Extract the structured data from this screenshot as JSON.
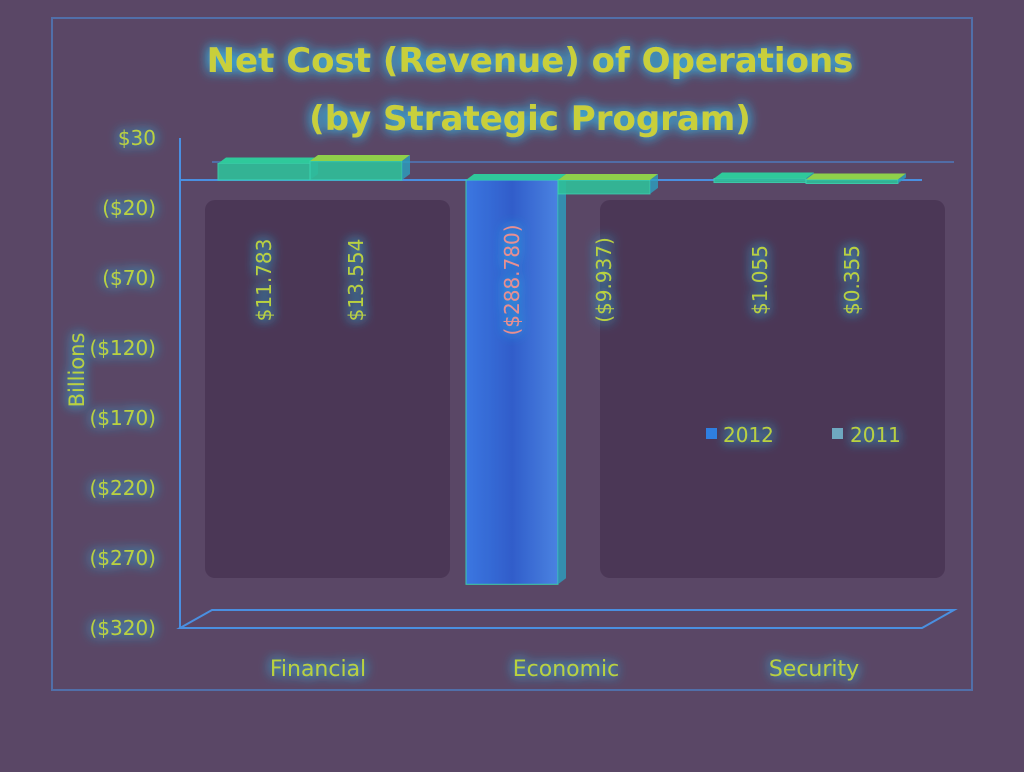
{
  "chart_data": {
    "type": "bar",
    "title": "Net Cost (Revenue) of Operations",
    "subtitle": "(by Strategic Program)",
    "ylabel": "Billions",
    "xlabel": "",
    "categories": [
      "Financial",
      "Economic",
      "Security"
    ],
    "series": [
      {
        "name": "2012",
        "values": [
          11.783,
          -288.78,
          1.055
        ],
        "labels": [
          "$11.783",
          "($288.780)",
          "$1.055"
        ]
      },
      {
        "name": "2011",
        "values": [
          13.554,
          -9.937,
          0.355
        ],
        "labels": [
          "$13.554",
          "($9.937)",
          "$0.355"
        ]
      }
    ],
    "ylim": [
      -320,
      30
    ],
    "yticks": [
      30,
      -20,
      -70,
      -120,
      -170,
      -220,
      -270,
      -320
    ],
    "ytick_labels": [
      "$30",
      "($20)",
      "($70)",
      "($120)",
      "($170)",
      "($220)",
      "($270)",
      "($320)"
    ],
    "legend": "inside-right",
    "grid": false
  },
  "colors": {
    "background": "#5a4766",
    "title": "#c8cf3a",
    "glow": "#36b9e8",
    "axis": "#4a8fe0",
    "tick_text": "#b9d23c",
    "series_2012": "#2f7fe0",
    "series_2011": "#6fa8c0",
    "bar_top": "#2fc99b",
    "negative_label": "#e88f8f"
  }
}
